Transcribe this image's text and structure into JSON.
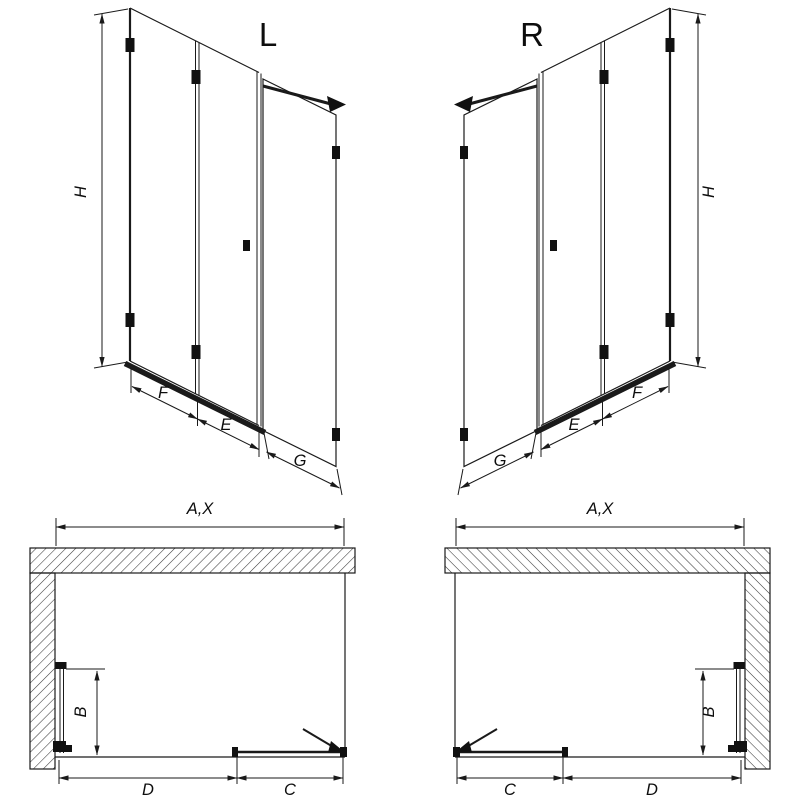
{
  "colors": {
    "background": "#ffffff",
    "line": "#1a1a1a",
    "hardware": "#111111",
    "hatch": "#3a3a3a",
    "text": "#0d0d0d"
  },
  "views": {
    "front_left": {
      "label": "L",
      "dims": {
        "height": "H",
        "panel_f": "F",
        "panel_e": "E",
        "panel_g": "G"
      }
    },
    "front_right": {
      "label": "R",
      "dims": {
        "height": "H",
        "panel_f": "F",
        "panel_e": "E",
        "panel_g": "G"
      }
    },
    "plan_left": {
      "dims": {
        "width": "A,X",
        "depth": "B",
        "door": "D",
        "side": "C"
      }
    },
    "plan_right": {
      "dims": {
        "width": "A,X",
        "depth": "B",
        "door": "D",
        "side": "C"
      }
    }
  }
}
